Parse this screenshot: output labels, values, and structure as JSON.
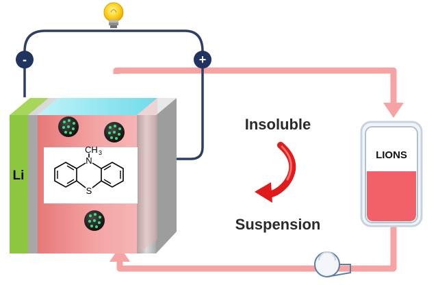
{
  "labels": {
    "anode": "Li",
    "negative": "-",
    "positive": "+",
    "methyl": "CH",
    "methyl_sub": "3",
    "nitrogen": "N",
    "sulfur": "S",
    "top_state": "Insoluble",
    "bottom_state": "Suspension",
    "tank": "LIONS"
  },
  "colors": {
    "wire": "#2c3f63",
    "electrode_li": "#8dc63f",
    "cell_pink": "#f08a8a",
    "electrolyte_top": "#7ee0ee",
    "pipe": "#f5a3a3",
    "tank_liquid": "#f2606a",
    "arrow": "#e01b1b",
    "bulb": "#f5c000"
  },
  "icons": {
    "bulb": "light-bulb-icon",
    "pump": "pump-icon",
    "particle": "particle-icon"
  }
}
